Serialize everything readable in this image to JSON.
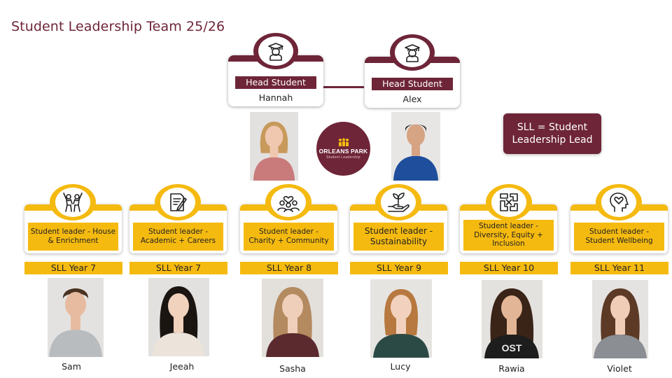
{
  "page": {
    "title": "Student Leadership Team 25/26"
  },
  "head_students": [
    {
      "role": "Head Student",
      "name": "Hannah",
      "icon": "graduate-icon"
    },
    {
      "role": "Head Student",
      "name": "Alex",
      "icon": "graduate-icon"
    }
  ],
  "logo": {
    "name": "ORLEANS PARK",
    "subtitle": "Student Leadership"
  },
  "legend": {
    "line1": "SLL = Student",
    "line2": "Leadership Lead"
  },
  "leaders": [
    {
      "role": "Student leader - House & Enrichment",
      "year": "SLL Year 7",
      "name": "Sam",
      "icon": "people-celebrating-icon"
    },
    {
      "role": "Student leader - Academic + Careers",
      "year": "SLL Year 7",
      "name": "Jeeah",
      "icon": "document-pen-icon"
    },
    {
      "role": "Student leader - Charity + Community",
      "year": "SLL Year 8",
      "name": "Sasha",
      "icon": "community-heart-icon"
    },
    {
      "role": "Student leader - Sustainability",
      "year": "SLL Year 9",
      "name": "Lucy",
      "icon": "plant-hand-icon"
    },
    {
      "role": "Student leader - Diversity, Equity + Inclusion",
      "year": "SLL Year 10",
      "name": "Rawia",
      "icon": "joined-hands-icon"
    },
    {
      "role": "Student leader - Student Wellbeing",
      "year": "SLL Year 11",
      "name": "Violet",
      "icon": "head-heart-icon"
    }
  ],
  "colors": {
    "maroon": "#6e2538",
    "gold": "#f5ba10"
  }
}
